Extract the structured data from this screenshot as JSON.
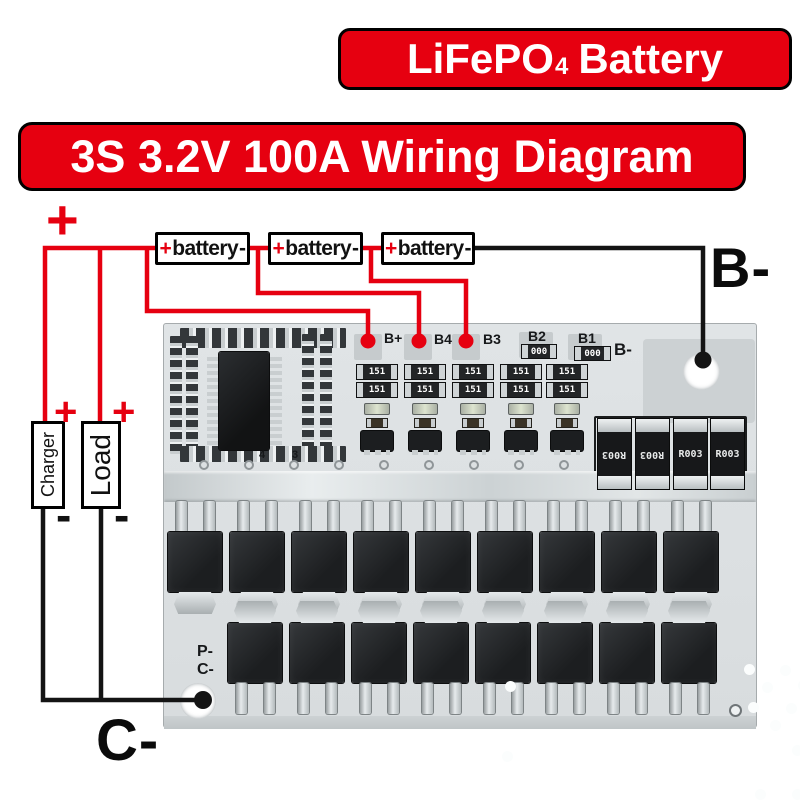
{
  "title_banner": {
    "prefix": "LiFePO",
    "subscript": "4",
    "suffix": "Battery"
  },
  "subtitle_banner": {
    "text": "3S 3.2V 100A Wiring Diagram"
  },
  "colors": {
    "red": "#e60010",
    "black": "#141414",
    "pcb_gray": "#dde1e3"
  },
  "wiring": {
    "positive_terminal": "+",
    "battery_cells": [
      {
        "plus": "+",
        "label": "battery",
        "minus": "-"
      },
      {
        "plus": "+",
        "label": "battery",
        "minus": "-"
      },
      {
        "plus": "+",
        "label": "battery",
        "minus": "-"
      }
    ],
    "b_minus_terminal": "B-",
    "c_minus_terminal": "C-",
    "charger": {
      "label": "Charger",
      "plus": "+",
      "minus": "-"
    },
    "load": {
      "label": "Load",
      "plus": "+",
      "minus": "-"
    }
  },
  "pcb": {
    "pads": [
      {
        "label": "B+"
      },
      {
        "label": "B4"
      },
      {
        "label": "B3"
      },
      {
        "label": "B2"
      },
      {
        "label": "B1"
      }
    ],
    "b_minus_silk": "B-",
    "p_silk": "P-",
    "c_silk": "C-",
    "balance_resistor": "151",
    "sense_resistor": "000",
    "shunt_label": "R003",
    "silk_numbers": [
      "4",
      "3"
    ]
  }
}
